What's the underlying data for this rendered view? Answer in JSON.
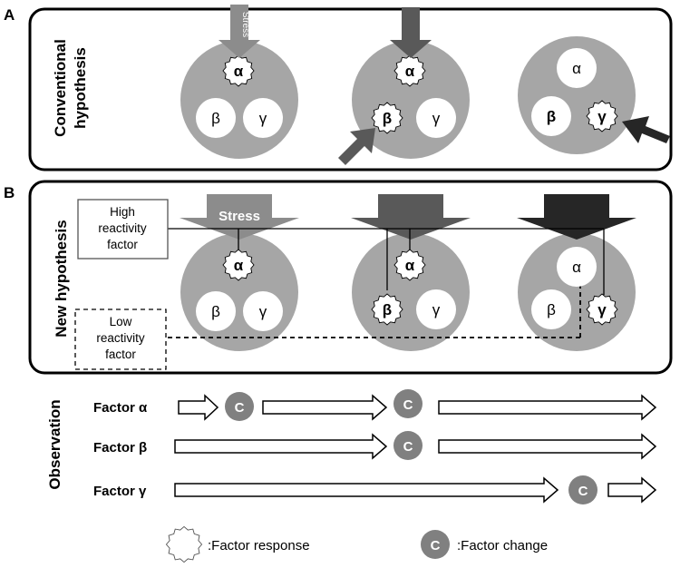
{
  "panel_a": {
    "letter": "A",
    "side_label_line1": "Conventional",
    "side_label_line2": "hypothesis",
    "stress_label": "Stress",
    "greek": {
      "alpha": "α",
      "beta": "β",
      "gamma": "γ"
    }
  },
  "panel_b": {
    "letter": "B",
    "side_label": "New hypothesis",
    "stress_label": "Stress",
    "high_factor_line1": "High",
    "high_factor_line2": "reactivity",
    "high_factor_line3": "factor",
    "low_factor_line1": "Low",
    "low_factor_line2": "reactivity",
    "low_factor_line3": "factor",
    "greek": {
      "alpha": "α",
      "beta": "β",
      "gamma": "γ"
    }
  },
  "observation": {
    "side_label": "Observation",
    "rows": [
      {
        "label": "Factor α"
      },
      {
        "label": "Factor β"
      },
      {
        "label": "Factor γ"
      }
    ],
    "change_mark": "C"
  },
  "legend": {
    "response_label": ":Factor response",
    "change_label": ":Factor change",
    "change_mark": "C"
  },
  "colors": {
    "big_circle": "#a6a6a6",
    "arrow_light": "#8c8c8c",
    "arrow_mid": "#595959",
    "arrow_dark": "#262626",
    "c_badge": "#808080"
  }
}
